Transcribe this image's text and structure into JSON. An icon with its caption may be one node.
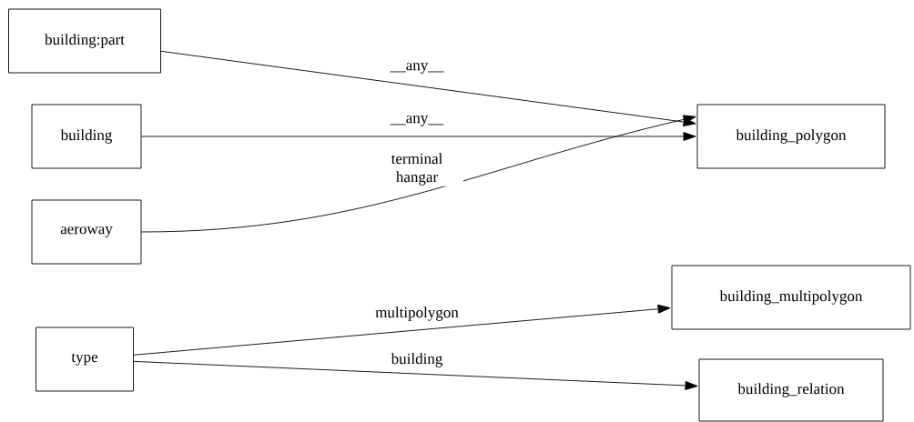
{
  "diagram": {
    "nodes": [
      {
        "text": [
          "building:part"
        ]
      },
      {
        "text": [
          "building"
        ]
      },
      {
        "text": [
          "aeroway"
        ]
      },
      {
        "text": [
          "type"
        ]
      },
      {
        "text": [
          "building_polygon"
        ]
      },
      {
        "text": [
          "building_multipolygon"
        ]
      },
      {
        "text": [
          "building_relation"
        ]
      }
    ],
    "edges": [
      {
        "from": 0,
        "to": 4,
        "arrow": "to",
        "label": "__any__"
      },
      {
        "from": 1,
        "to": 4,
        "arrow": "to",
        "label": "__any__"
      },
      {
        "from": 2,
        "to": 4,
        "arrow": "to",
        "label": "terminal hangar"
      },
      {
        "from": 3,
        "to": 5,
        "arrow": "to",
        "label": "multipolygon"
      },
      {
        "from": 3,
        "to": 6,
        "arrow": "to",
        "label": "building"
      }
    ]
  }
}
